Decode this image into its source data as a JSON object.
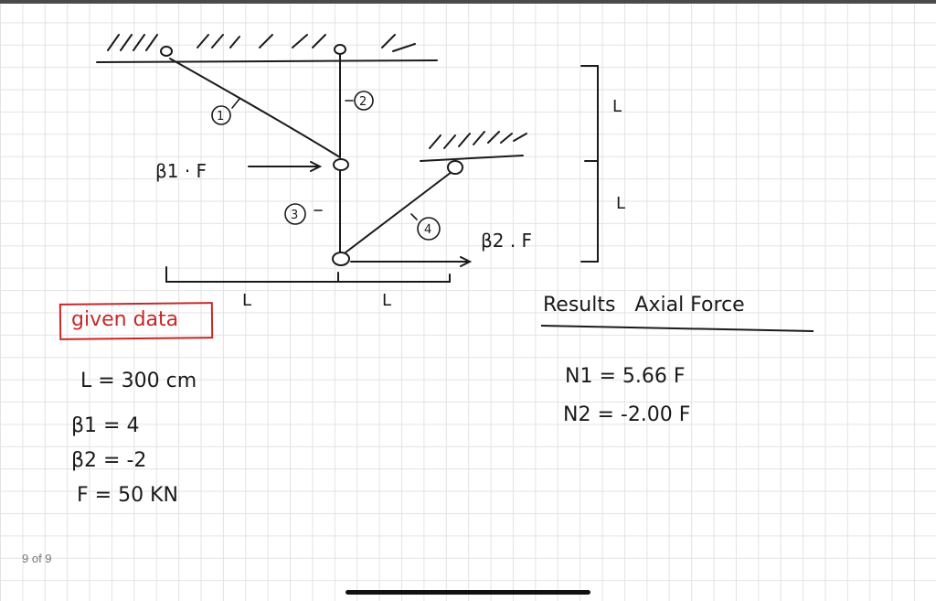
{
  "page_indicator": "9 of 9",
  "colors": {
    "ink": "#1a1a1a",
    "red_ink": "#c62828",
    "grid": "#e3e3e3"
  },
  "diagram": {
    "bar_labels": [
      "1",
      "2",
      "3",
      "4"
    ],
    "load1": "β1 · F",
    "load2": "β2 . F",
    "dim_vertical_top": "L",
    "dim_vertical_bottom": "L",
    "dim_horizontal_left": "L",
    "dim_horizontal_right": "L"
  },
  "given": {
    "title": "given data",
    "lines": [
      "L = 300 cm",
      "β1 = 4",
      "β2 = -2",
      "F = 50 KN"
    ]
  },
  "results": {
    "title": "Results   Axial Force",
    "lines": [
      "N1 = 5.66 F",
      "N2 = -2.00 F"
    ]
  }
}
